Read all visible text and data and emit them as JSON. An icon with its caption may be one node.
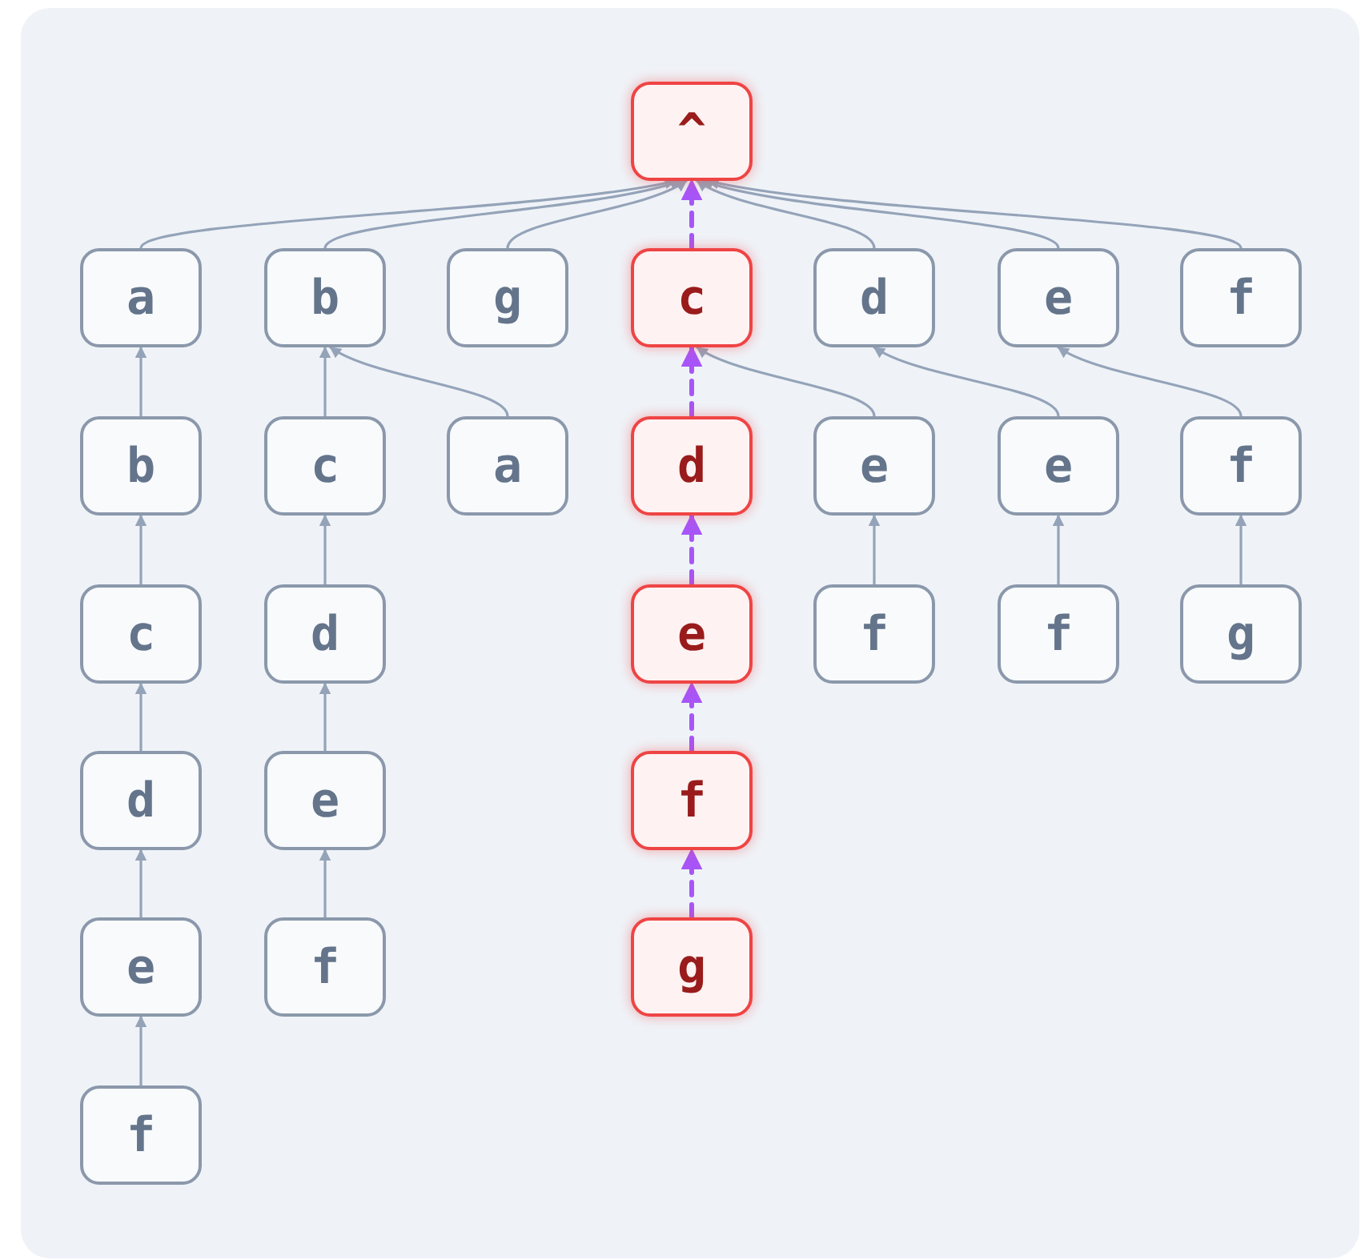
{
  "diagram": {
    "nodes": [
      {
        "text": [
          "^"
        ]
      },
      {
        "text": [
          "a"
        ]
      },
      {
        "text": [
          "b"
        ]
      },
      {
        "text": [
          "g"
        ]
      },
      {
        "text": [
          "c"
        ]
      },
      {
        "text": [
          "d"
        ]
      },
      {
        "text": [
          "e"
        ]
      },
      {
        "text": [
          "f"
        ]
      },
      {
        "text": [
          "b"
        ]
      },
      {
        "text": [
          "c"
        ]
      },
      {
        "text": [
          "a"
        ]
      },
      {
        "text": [
          "d"
        ]
      },
      {
        "text": [
          "e"
        ]
      },
      {
        "text": [
          "e"
        ]
      },
      {
        "text": [
          "f"
        ]
      },
      {
        "text": [
          "c"
        ]
      },
      {
        "text": [
          "d"
        ]
      },
      {
        "text": [
          "e"
        ]
      },
      {
        "text": [
          "f"
        ]
      },
      {
        "text": [
          "f"
        ]
      },
      {
        "text": [
          "g"
        ]
      },
      {
        "text": [
          "d"
        ]
      },
      {
        "text": [
          "e"
        ]
      },
      {
        "text": [
          "f"
        ]
      },
      {
        "text": [
          "e"
        ]
      },
      {
        "text": [
          "f"
        ]
      },
      {
        "text": [
          "g"
        ]
      },
      {
        "text": [
          "f"
        ]
      }
    ],
    "edges": [
      {
        "from": 1,
        "to": 0,
        "arrow": "to"
      },
      {
        "from": 2,
        "to": 0,
        "arrow": "to"
      },
      {
        "from": 3,
        "to": 0,
        "arrow": "to"
      },
      {
        "from": 4,
        "to": 0,
        "arrow": "to",
        "style": "dashed",
        "color": "#a855f7"
      },
      {
        "from": 5,
        "to": 0,
        "arrow": "to"
      },
      {
        "from": 6,
        "to": 0,
        "arrow": "to"
      },
      {
        "from": 7,
        "to": 0,
        "arrow": "to"
      },
      {
        "from": 8,
        "to": 1,
        "arrow": "to"
      },
      {
        "from": 9,
        "to": 2,
        "arrow": "to"
      },
      {
        "from": 10,
        "to": 2,
        "arrow": "to"
      },
      {
        "from": 11,
        "to": 4,
        "arrow": "to",
        "style": "dashed",
        "color": "#a855f7"
      },
      {
        "from": 12,
        "to": 4,
        "arrow": "to"
      },
      {
        "from": 13,
        "to": 5,
        "arrow": "to"
      },
      {
        "from": 14,
        "to": 6,
        "arrow": "to"
      },
      {
        "from": 15,
        "to": 8,
        "arrow": "to"
      },
      {
        "from": 16,
        "to": 9,
        "arrow": "to"
      },
      {
        "from": 17,
        "to": 11,
        "arrow": "to",
        "style": "dashed",
        "color": "#a855f7"
      },
      {
        "from": 18,
        "to": 12,
        "arrow": "to"
      },
      {
        "from": 19,
        "to": 13,
        "arrow": "to"
      },
      {
        "from": 20,
        "to": 14,
        "arrow": "to"
      },
      {
        "from": 21,
        "to": 15,
        "arrow": "to"
      },
      {
        "from": 22,
        "to": 16,
        "arrow": "to"
      },
      {
        "from": 23,
        "to": 17,
        "arrow": "to",
        "style": "dashed",
        "color": "#a855f7"
      },
      {
        "from": 24,
        "to": 21,
        "arrow": "to"
      },
      {
        "from": 25,
        "to": 22,
        "arrow": "to"
      },
      {
        "from": 26,
        "to": 23,
        "arrow": "to",
        "style": "dashed",
        "color": "#a855f7"
      },
      {
        "from": 27,
        "to": 24,
        "arrow": "to"
      }
    ]
  }
}
